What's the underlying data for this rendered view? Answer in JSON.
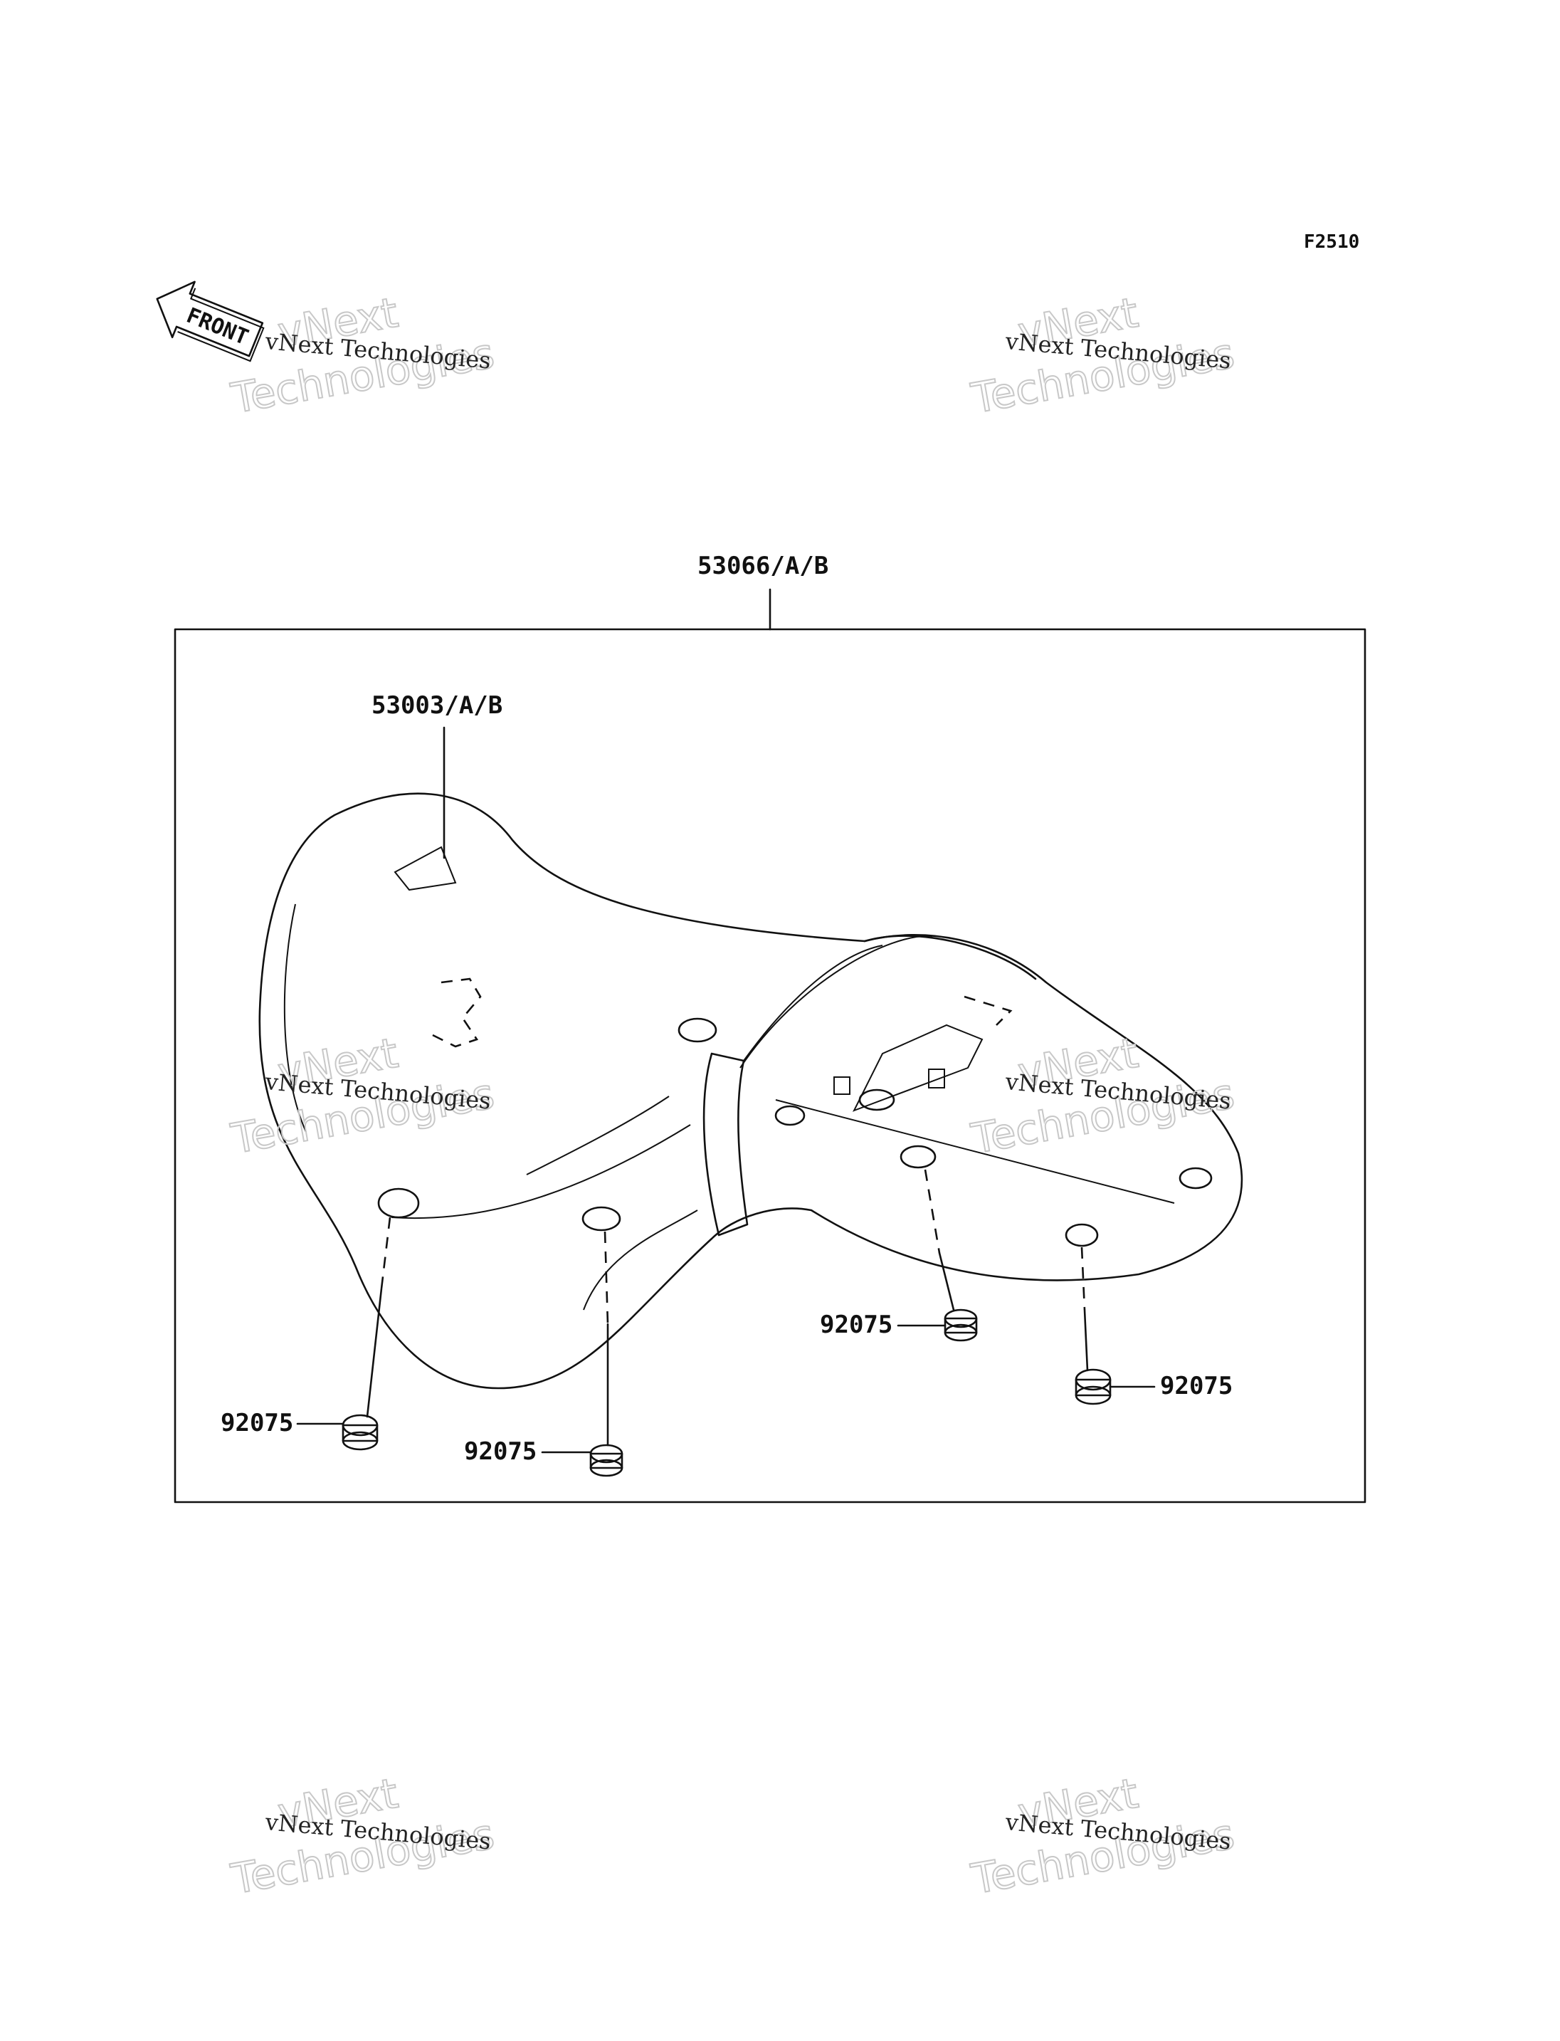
{
  "figure_code": "F2510",
  "front_indicator": "FRONT",
  "assembly_part": "53066/A/B",
  "cover_part": "53003/A/B",
  "damper_parts": [
    {
      "number": "92075"
    },
    {
      "number": "92075"
    },
    {
      "number": "92075"
    },
    {
      "number": "92075"
    }
  ],
  "watermark": {
    "primary": "vNext Technologies",
    "secondary": "vNext\nTechnologies"
  },
  "icons": [
    "front-arrow-icon",
    "rubber-damper-icon"
  ]
}
